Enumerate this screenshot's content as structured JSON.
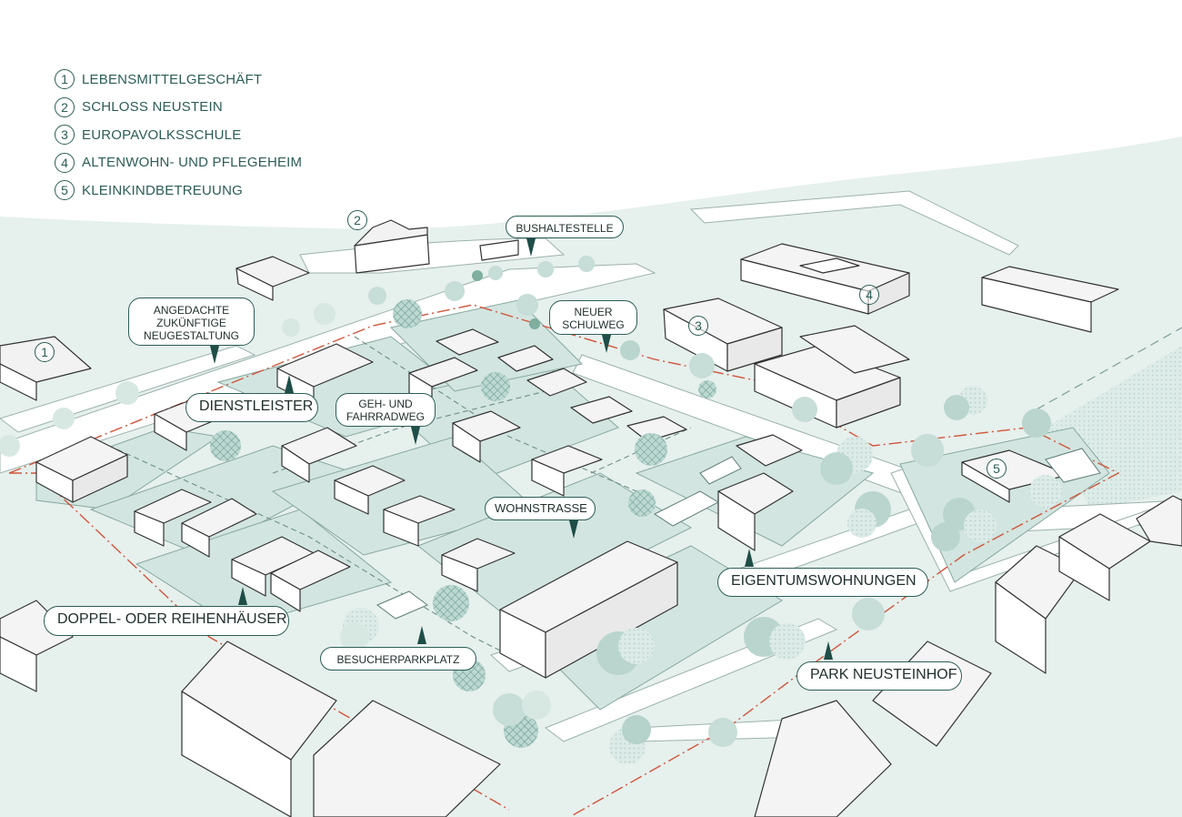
{
  "legend": [
    {
      "number": "1",
      "label": "LEBENSMITTELGESCHÄFT"
    },
    {
      "number": "2",
      "label": "SCHLOSS NEUSTEIN"
    },
    {
      "number": "3",
      "label": "EUROPAVOLKSSCHULE"
    },
    {
      "number": "4",
      "label": "ALTENWOHN- UND PFLEGEHEIM"
    },
    {
      "number": "5",
      "label": "KLEINKINDBETREUUNG"
    }
  ],
  "map_markers": [
    "1",
    "2",
    "3",
    "4",
    "5"
  ],
  "callouts": {
    "bushaltestelle": "BUSHALTESTELLE",
    "angedachte": [
      "ANGEDACHTE",
      "ZUKÜNFTIGE",
      "NEUGESTALTUNG"
    ],
    "neuer_schulweg": [
      "NEUER",
      "SCHULWEG"
    ],
    "dienstleister": "DIENSTLEISTER",
    "geh_fahrradweg": [
      "GEH- UND",
      "FAHRRADWEG"
    ],
    "wohnstrasse": "WOHNSTRASSE",
    "eigentumswohnungen": "EIGENTUMSWOHNUNGEN",
    "doppel_reihenhaeuser": "DOPPEL- ODER REIHENHÄUSER",
    "besucherparkplatz": "BESUCHERPARKPLATZ",
    "park_neusteinhof": "PARK NEUSTEINHOF"
  },
  "colors": {
    "land": "#e6f0ed",
    "plot": "#d2e5e0",
    "accent": "#2c5d56",
    "pin": "#1f4d47",
    "boundary": "#d2553b",
    "building_roof": "#f4f4f4",
    "building_wall": "#ffffff",
    "tree": "#9fc4bb"
  }
}
